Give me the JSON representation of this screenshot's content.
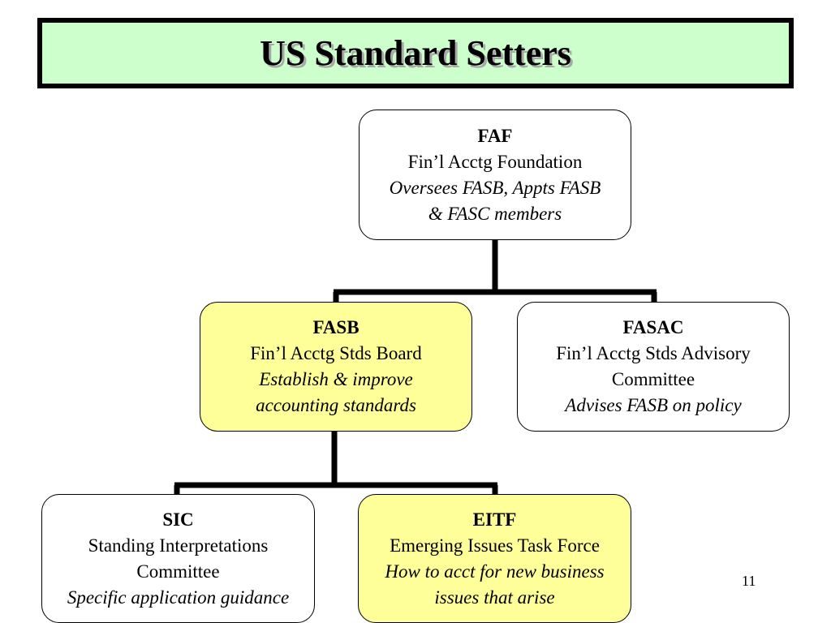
{
  "title": "US Standard Setters",
  "page_number": "11",
  "nodes": {
    "faf": {
      "acronym": "FAF",
      "name": "Fin’l Acctg Foundation",
      "description": "Oversees FASB, Appts FASB & FASC members"
    },
    "fasb": {
      "acronym": "FASB",
      "name": "Fin’l Acctg Stds Board",
      "description": "Establish & improve accounting standards"
    },
    "fasac": {
      "acronym": "FASAC",
      "name": "Fin’l Acctg Stds Advisory Committee",
      "description": "Advises FASB on policy"
    },
    "sic": {
      "acronym": "SIC",
      "name": "Standing Interpretations Committee",
      "description": "Specific application guidance"
    },
    "eitf": {
      "acronym": "EITF",
      "name": "Emerging Issues Task Force",
      "description": "How to acct for new business issues that arise"
    }
  },
  "hierarchy": [
    {
      "parent": "faf",
      "children": [
        "fasb",
        "fasac"
      ]
    },
    {
      "parent": "fasb",
      "children": [
        "sic",
        "eitf"
      ]
    }
  ]
}
